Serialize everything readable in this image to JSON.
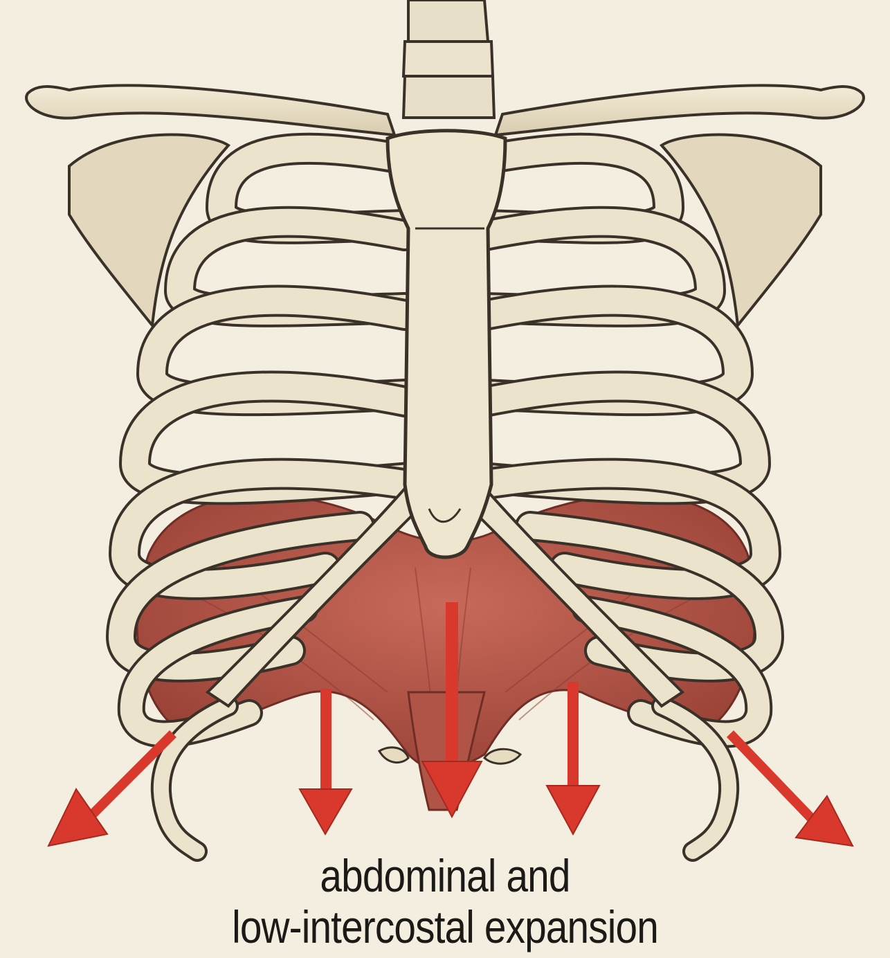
{
  "caption": {
    "line1": "abdominal and",
    "line2": "low-intercostal expansion"
  },
  "colors": {
    "background": "#f4eee1",
    "bone": "#ece3cc",
    "bone_shadow": "#b9a98a",
    "outline": "#3a3128",
    "diaphragm": "#b8574a",
    "arrow": "#d8392c"
  },
  "arrows": [
    {
      "name": "arrow-lateral-left",
      "direction": "down-left"
    },
    {
      "name": "arrow-down-left",
      "direction": "down"
    },
    {
      "name": "arrow-down-center",
      "direction": "down"
    },
    {
      "name": "arrow-down-right",
      "direction": "down"
    },
    {
      "name": "arrow-lateral-right",
      "direction": "down-right"
    }
  ]
}
